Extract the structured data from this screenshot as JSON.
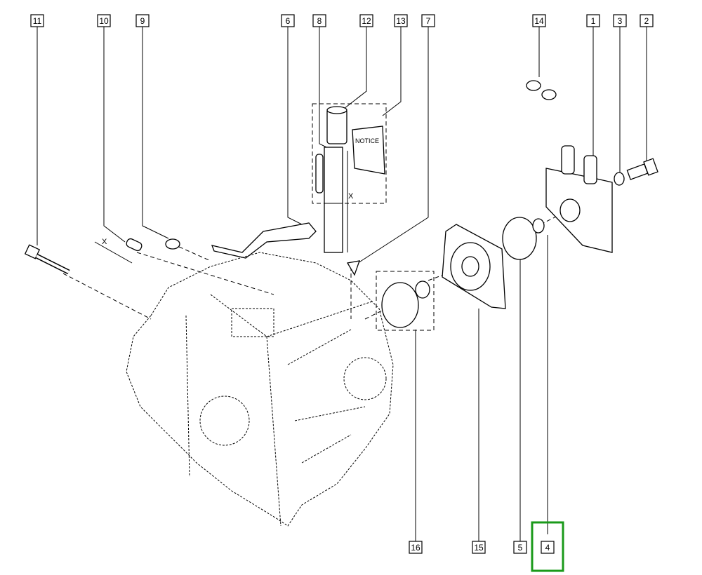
{
  "diagram": {
    "callouts": [
      "11",
      "10",
      "9",
      "6",
      "8",
      "12",
      "13",
      "7",
      "14",
      "1",
      "3",
      "2",
      "16",
      "15",
      "5",
      "4"
    ],
    "highlighted_callout": "4",
    "highlight_color": "#1a9a1a",
    "booklet_text": "NOTICE",
    "dimension_labels": [
      "X",
      "X"
    ]
  }
}
